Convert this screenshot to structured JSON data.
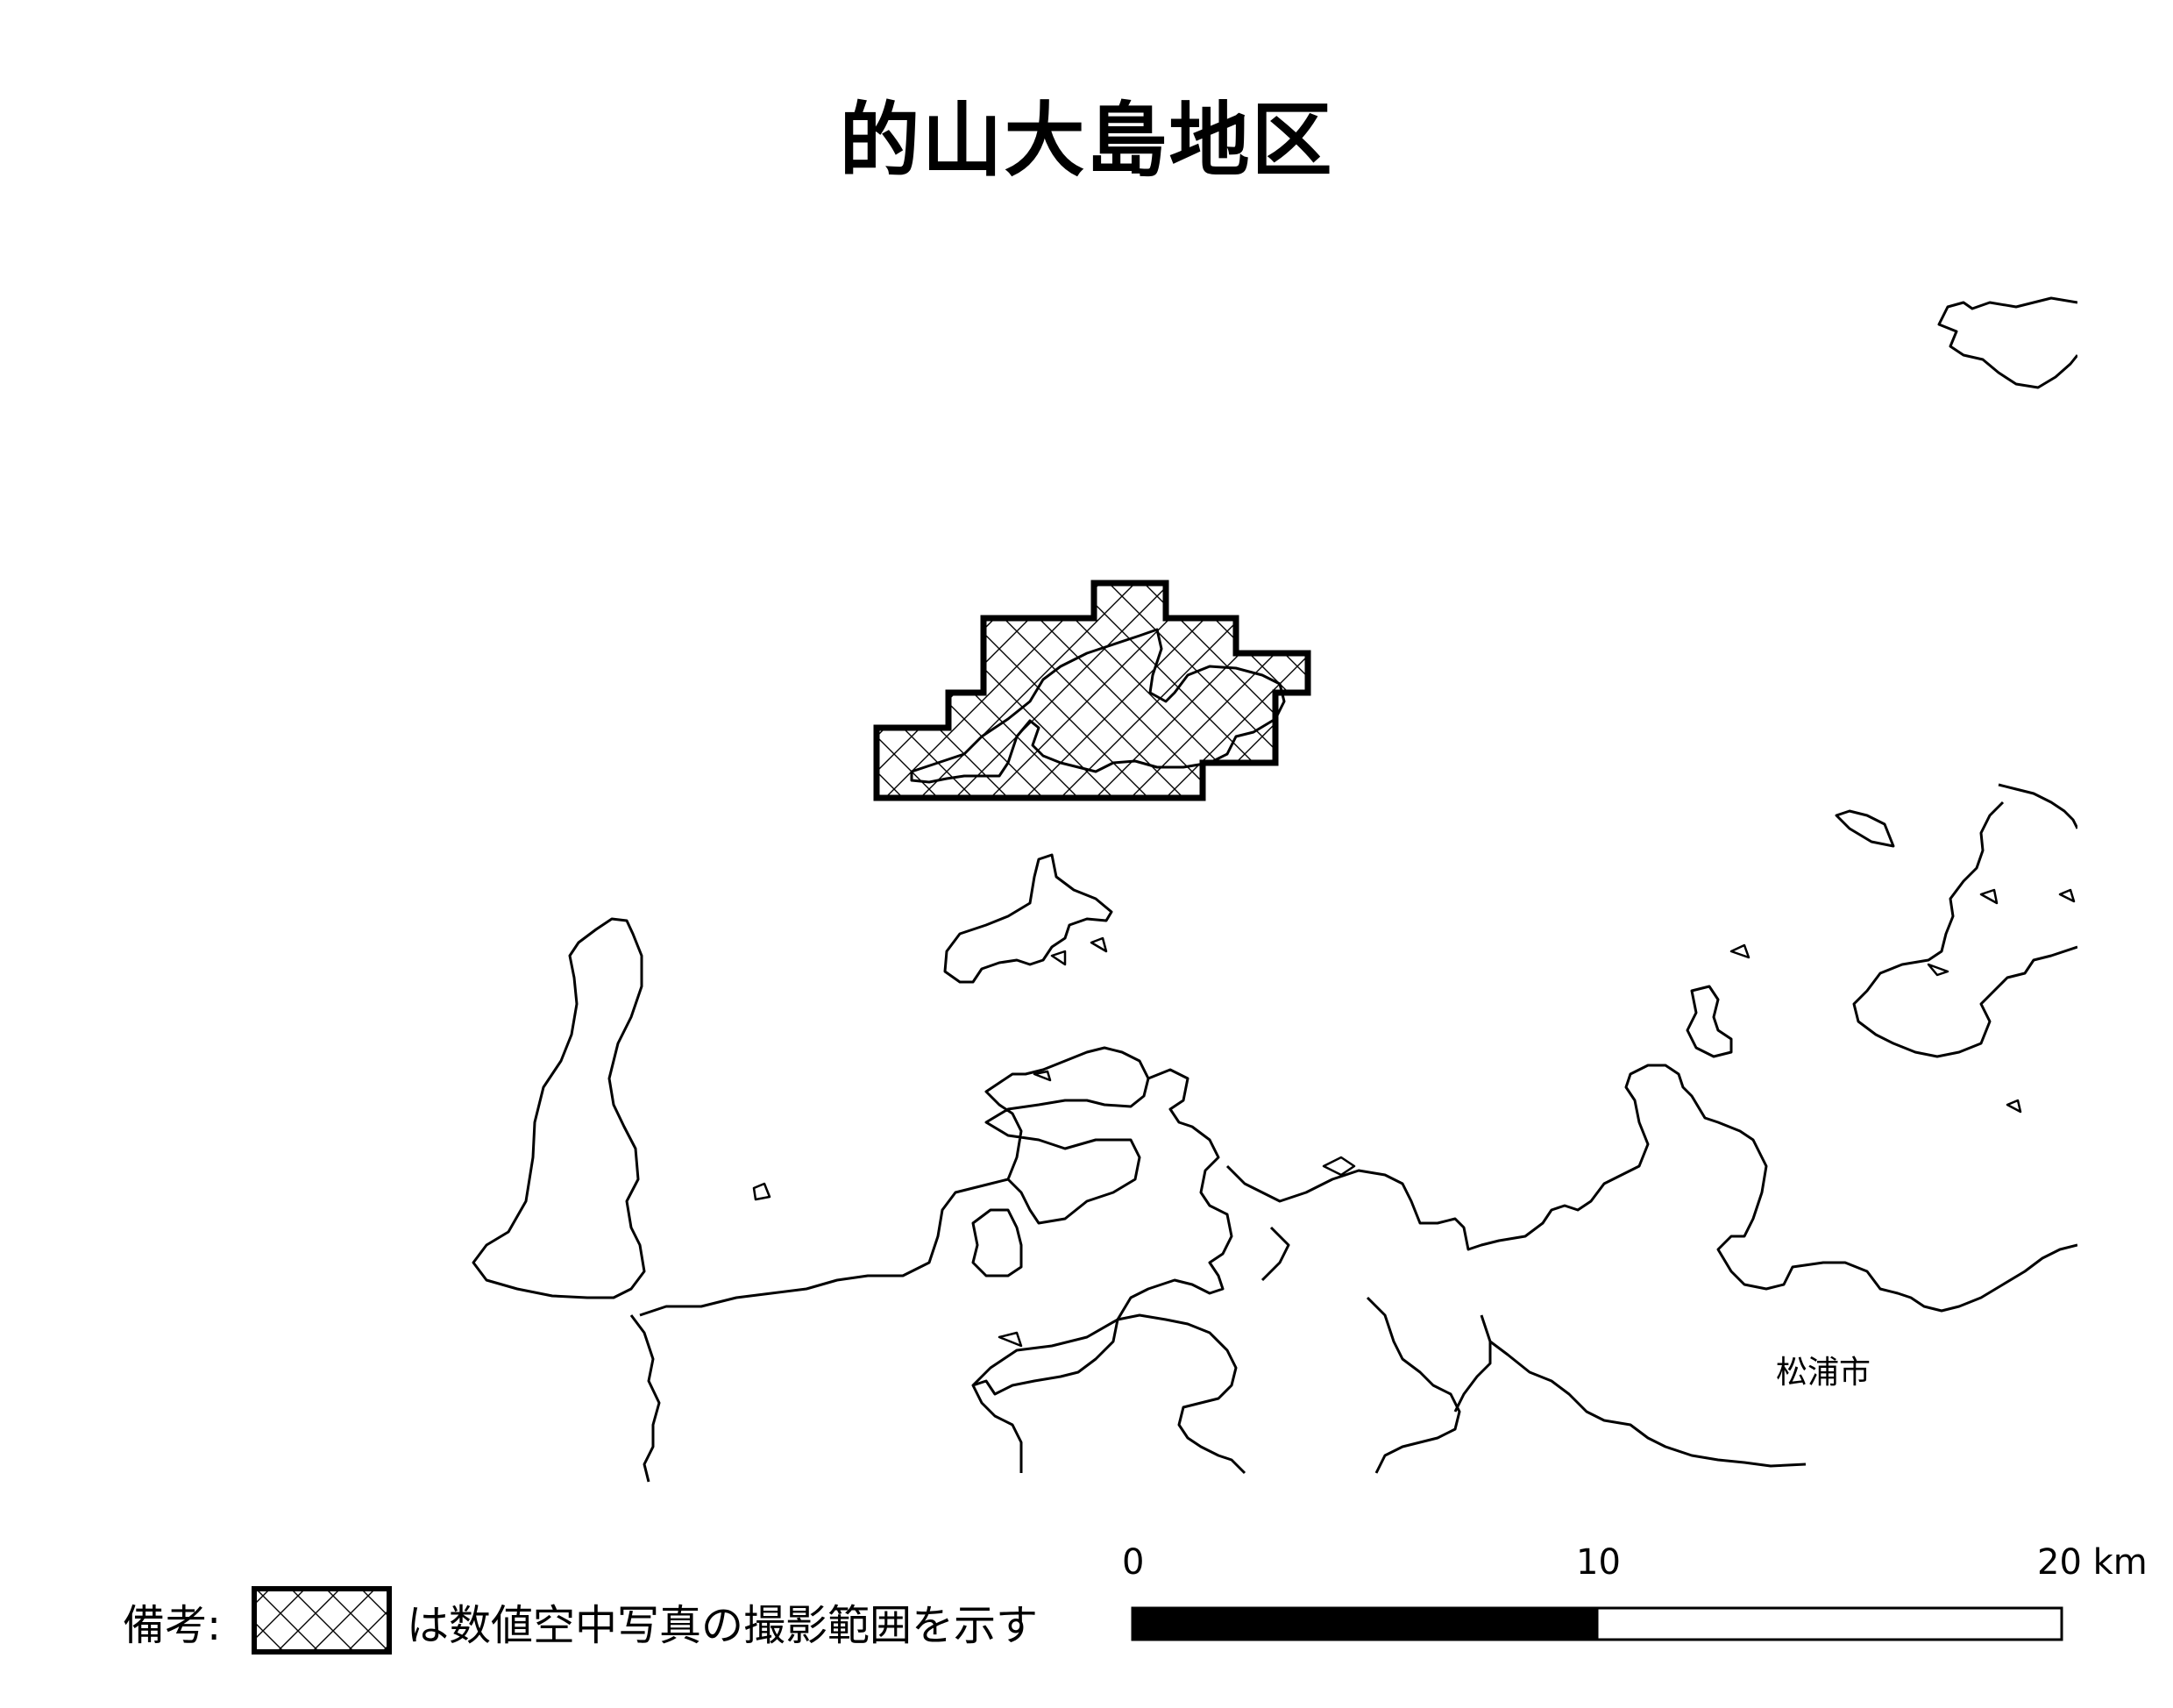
{
  "title": "的山大島地区",
  "place_labels": [
    {
      "id": "matsuura",
      "text": "松浦市"
    }
  ],
  "legend": {
    "prefix": "備考:",
    "description": "は数値空中写真の撮影範囲を示す"
  },
  "scale_bar": {
    "ticks": [
      "0",
      "10",
      "20 km"
    ],
    "unit": "km",
    "max_km": 20
  },
  "colors": {
    "line": "#000000",
    "background": "#ffffff"
  }
}
